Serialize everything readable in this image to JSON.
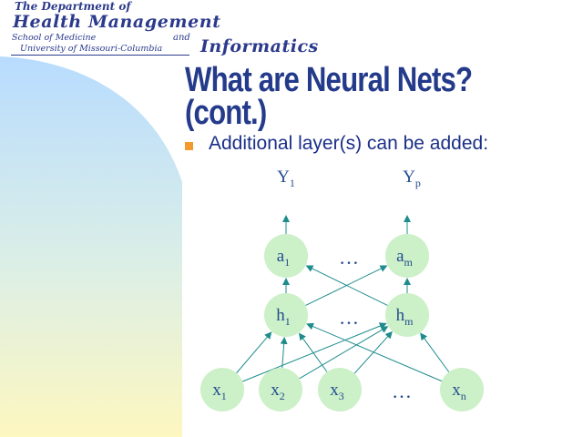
{
  "header": {
    "line1": "The Department of",
    "line2": "Health Management",
    "line3": "School of Medicine",
    "line4": "and",
    "line5": "University of Missouri-Columbia",
    "line6": "Informatics"
  },
  "slide": {
    "title_line1": "What are Neural Nets?",
    "title_line2": "(cont.)",
    "bullet": "Additional layer(s) can be added:"
  },
  "network": {
    "outputs": [
      {
        "base": "Y",
        "sub": "1"
      },
      {
        "base": "Y",
        "sub": "p"
      }
    ],
    "output_layer": [
      {
        "base": "a",
        "sub": "1"
      },
      {
        "base": "a",
        "sub": "m"
      }
    ],
    "hidden_layer": [
      {
        "base": "h",
        "sub": "1"
      },
      {
        "base": "h",
        "sub": "m"
      }
    ],
    "inputs": [
      {
        "base": "x",
        "sub": "1"
      },
      {
        "base": "x",
        "sub": "2"
      },
      {
        "base": "x",
        "sub": "3"
      },
      {
        "base": "x",
        "sub": "n"
      }
    ],
    "ellipsis": "…"
  },
  "colors": {
    "title": "#243a8a",
    "bullet_text": "#1a2f86",
    "bullet_square": "#f39a2e",
    "node_fill": "#ccf0c8",
    "edge": "#1e8c8c",
    "gradient_top": "#bfe0ff",
    "gradient_bottom": "#fdf7c2"
  }
}
